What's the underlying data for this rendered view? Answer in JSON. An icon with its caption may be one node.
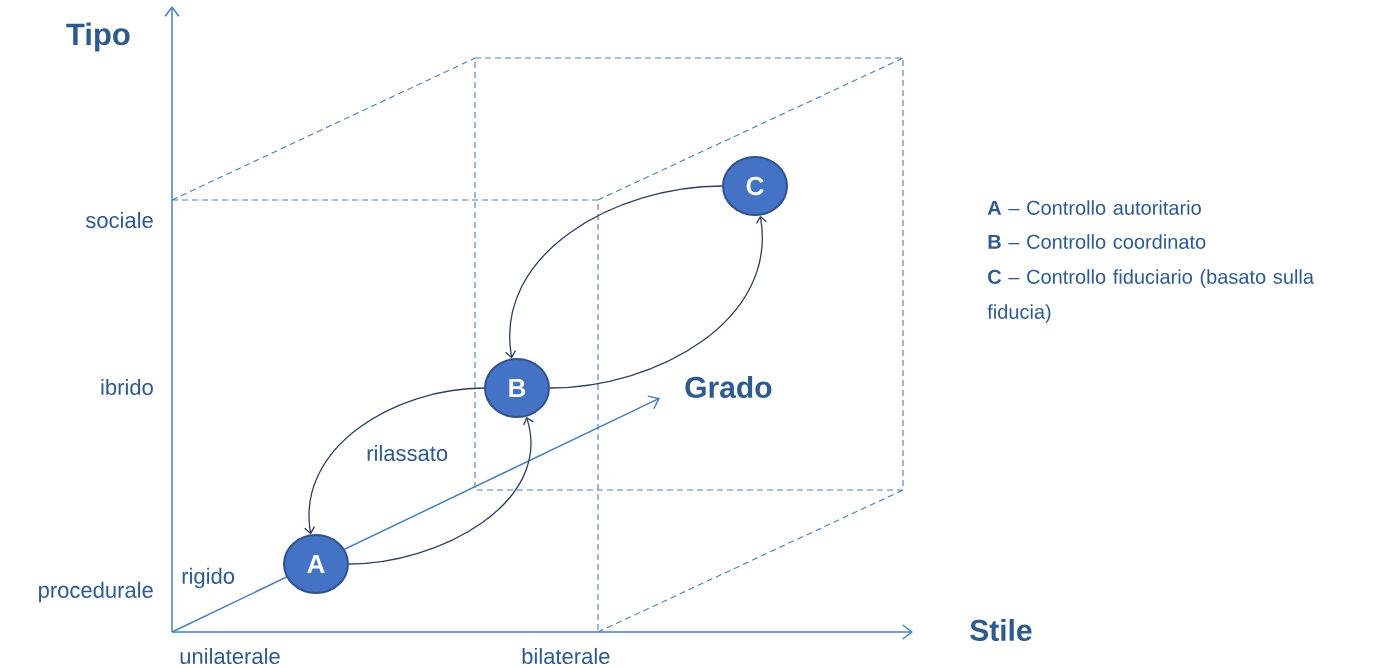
{
  "diagram": {
    "nodes": [
      {
        "text": [
          "A"
        ]
      },
      {
        "text": [
          "B"
        ]
      },
      {
        "text": [
          "C"
        ]
      }
    ],
    "edges": [
      {
        "from": 0,
        "to": 1,
        "arrow": "to"
      },
      {
        "from": 1,
        "to": 0,
        "arrow": "to"
      },
      {
        "from": 1,
        "to": 2,
        "arrow": "to"
      },
      {
        "from": 2,
        "to": 1,
        "arrow": "to"
      }
    ],
    "labels": [
      "Tipo",
      "sociale",
      "ibrido",
      "procedurale",
      "rigido",
      "rilassato",
      "Grado",
      "Stile",
      "unilaterale",
      "bilaterale",
      "**A** – Controllo autoritario",
      "**B** – Controllo coordinato",
      "**C** – Controllo fiduciario (basato sulla fiducia)"
    ]
  }
}
